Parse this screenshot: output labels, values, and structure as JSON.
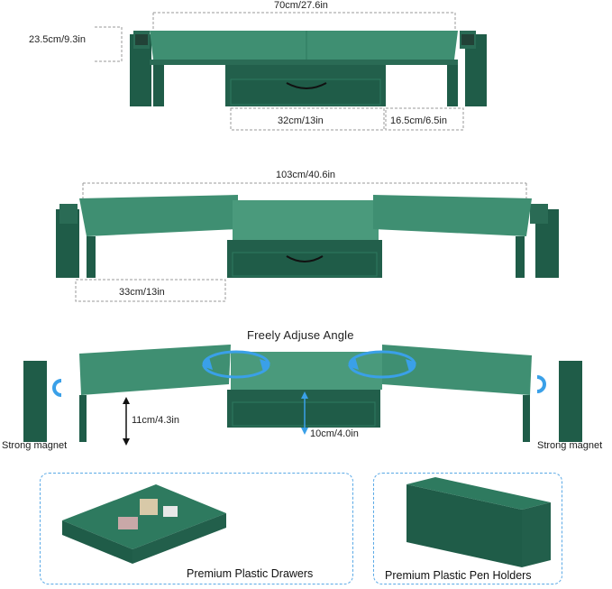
{
  "colors": {
    "stand_dark": "#1f5c48",
    "stand_mid": "#2e7a5f",
    "stand_top": "#3f8f72",
    "dash": "#9a9a9a",
    "accent_blue": "#3aa0e8"
  },
  "top_view": {
    "width_label": "70cm/27.6in",
    "depth_label": "23.5cm/9.3in",
    "drawer_label": "32cm/13in",
    "side_label": "16.5cm/6.5in"
  },
  "middle_view": {
    "width_label": "103cm/40.6in",
    "wing_label": "33cm/13in"
  },
  "angle_view": {
    "title": "Freely Adjuse Angle",
    "height_label": "11cm/4.3in",
    "drawer_height_label": "10cm/4.0in",
    "magnet_left": "Strong magnet",
    "magnet_right": "Strong magnet"
  },
  "features": {
    "drawers_caption": "Premium Plastic Drawers",
    "pen_holders_caption": "Premium Plastic Pen Holders"
  }
}
